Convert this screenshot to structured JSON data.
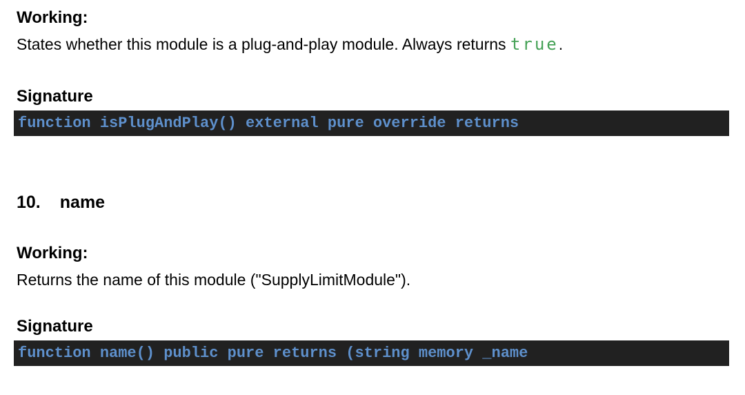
{
  "colors": {
    "page_bg": "#ffffff",
    "body_text": "#000000",
    "code_bg": "#212121",
    "code_text": "#5e90cc",
    "inline_code_green": "#44a155"
  },
  "sections": [
    {
      "working_label": "Working:",
      "description_prefix": "States whether this module is a plug-and-play module. Always returns ",
      "description_code": "true",
      "description_suffix": ".",
      "signature_label": "Signature",
      "signature_code": "function isPlugAndPlay() external pure override returns"
    },
    {
      "number": "10.",
      "title": "name",
      "working_label": "Working:",
      "description": "Returns the name of this module (\"SupplyLimitModule\").",
      "signature_label": "Signature",
      "signature_code": "function name() public pure returns (string memory _name"
    }
  ]
}
